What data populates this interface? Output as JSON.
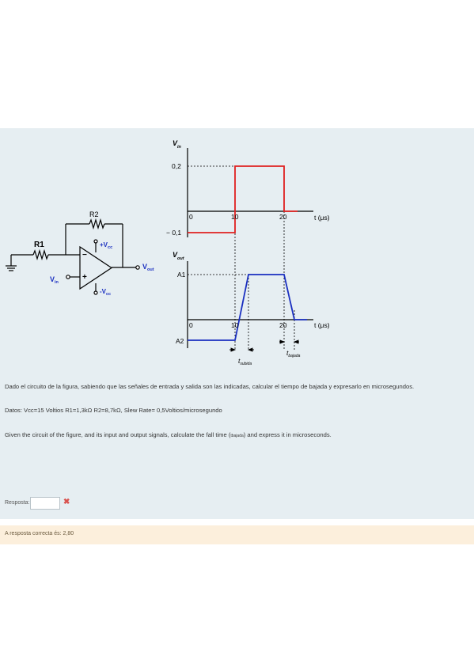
{
  "circuit": {
    "r1": "R1",
    "r2": "R2",
    "vcc_pos": "+V",
    "vcc_pos_sub": "cc",
    "vcc_neg": "-V",
    "vcc_neg_sub": "cc",
    "vin": "V",
    "vin_sub": "in",
    "vout": "V",
    "vout_sub": "out",
    "minus": "−",
    "plus": "+"
  },
  "input_graph": {
    "axis_label": "V",
    "axis_label_sub": "in",
    "y_top": "0,2",
    "y_bottom": "− 0,1",
    "tick_0": "0",
    "tick_10": "10",
    "tick_20": "20",
    "x_unit": "t (μs)"
  },
  "output_graph": {
    "axis_label": "V",
    "axis_label_sub": "out",
    "a1": "A1",
    "a2": "A2",
    "tick_0": "0",
    "tick_10": "10",
    "tick_20": "20",
    "x_unit": "t (μs)",
    "t_subida": "t",
    "t_subida_sub": "subida",
    "t_bajada": "t",
    "t_bajada_sub": "bajada"
  },
  "question": {
    "line_es": "Dado el circuito de la figura, sabiendo que las señales de entrada y salida son las indicadas, calcular el tiempo de bajada y expresarlo en microsegundos.",
    "data_line": "Datos: Vcc=15 Voltios R1=1,3kΩ  R2=8,7kΩ, Slew Rate= 0,5Voltios/microsegundo",
    "line_en_before": "Given the circuit of the figure, and its input and output signals, calculate the fall time (",
    "line_en_sub": "tbajada",
    "line_en_after": ") and express it in microseconds."
  },
  "answer": {
    "label": "Resposta:",
    "value": "",
    "status": "incorrect"
  },
  "feedback": {
    "text": "A resposta correcta és: 2,80"
  },
  "colors": {
    "panel": "#e6eef2",
    "feedback_bg": "#fcefdc",
    "input_signal": "#e02020",
    "output_signal": "#1a2fc0",
    "wrong": "#d9534f"
  }
}
